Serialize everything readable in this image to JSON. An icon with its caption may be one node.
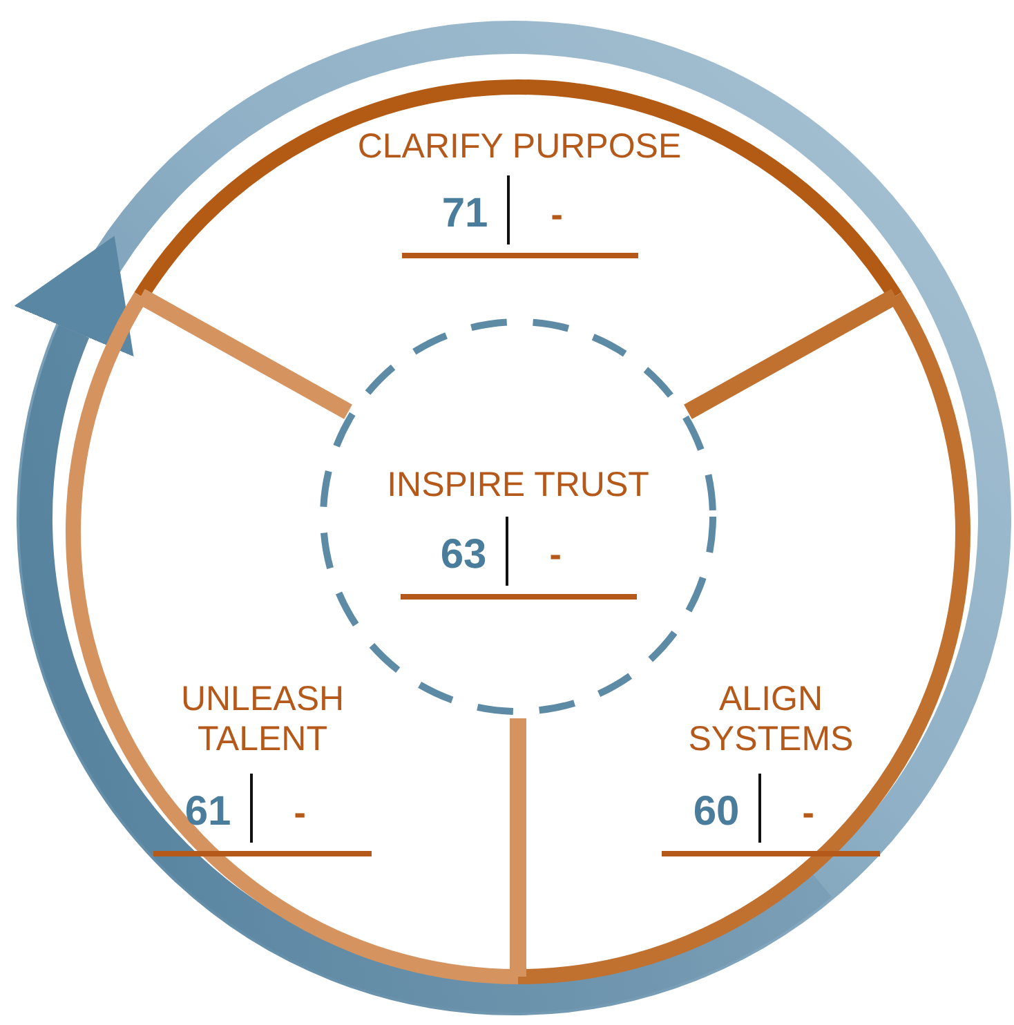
{
  "diagram": {
    "nodes": [
      {
        "text": [
          "CLARIFY PURPOSE",
          "71",
          "-"
        ]
      },
      {
        "text": [
          "INSPIRE TRUST",
          "63",
          "-"
        ]
      },
      {
        "text": [
          "UNLEASH TALENT",
          "61",
          "-"
        ]
      },
      {
        "text": [
          "ALIGN SYSTEMS",
          "60",
          "-"
        ]
      }
    ],
    "edges": []
  }
}
